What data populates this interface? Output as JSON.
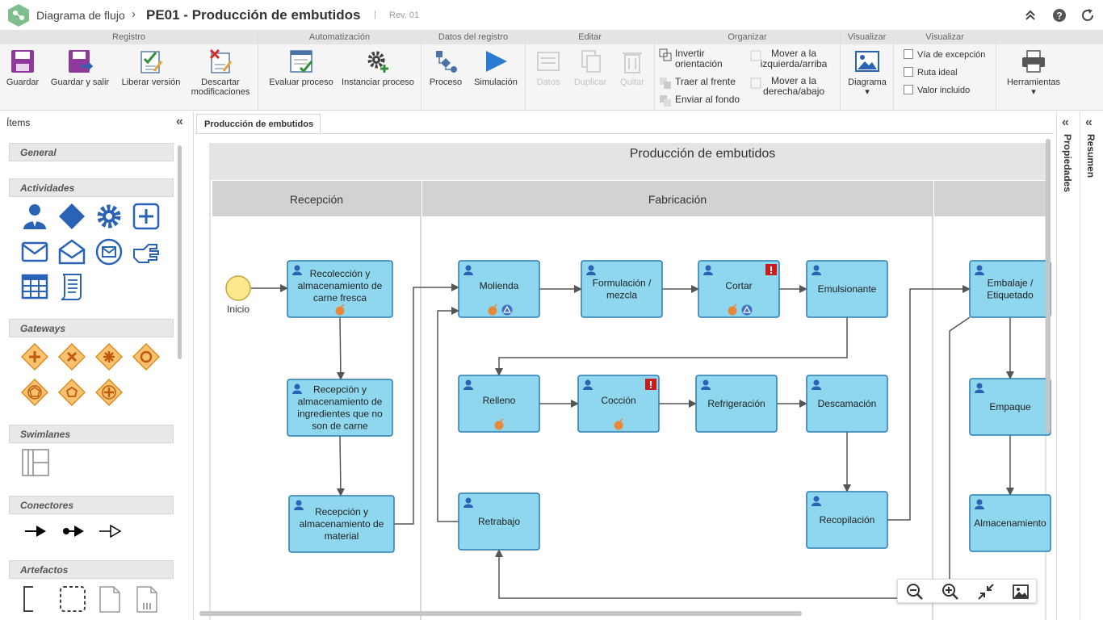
{
  "header": {
    "breadcrumb": "Diagrama de flujo",
    "title": "PE01 - Producción de embutidos",
    "separator": "|",
    "revision": "Rev. 01"
  },
  "ribbon": {
    "groups": [
      "Registro",
      "Automatización",
      "Datos del registro",
      "Editar",
      "Organizar",
      "Visualizar",
      "Visualizar"
    ],
    "registro": {
      "save": "Guardar",
      "save_exit": "Guardar y salir",
      "release": "Liberar versión",
      "discard_l1": "Descartar",
      "discard_l2": "modificaciones"
    },
    "auto": {
      "evaluate": "Evaluar proceso",
      "instantiate": "Instanciar proceso"
    },
    "datos": {
      "process": "Proceso",
      "simulation": "Simulación"
    },
    "editar": {
      "data": "Datos",
      "duplicate": "Duplicar",
      "remove": "Quitar"
    },
    "organizar": {
      "invert_l1": "Invertir",
      "invert_l2": "orientación",
      "bring_front": "Traer al frente",
      "send_back": "Enviar al fondo",
      "move_left_l1": "Mover a la",
      "move_left_l2": "izquierda/arriba",
      "move_right_l1": "Mover a la",
      "move_right_l2": "derecha/abajo"
    },
    "visualizar": {
      "diagram": "Diagrama",
      "exception_path": "Vía de excepción",
      "ideal_route": "Ruta ideal",
      "value_included": "Valor incluido"
    },
    "tools": {
      "tools": "Herramientas"
    }
  },
  "sidebar": {
    "title": "Ítems",
    "sections": {
      "general": "General",
      "activities": "Actividades",
      "gateways": "Gateways",
      "swimlanes": "Swimlanes",
      "connectors": "Conectores",
      "artifacts": "Artefactos"
    }
  },
  "tab": {
    "label": "Producción de embutidos"
  },
  "panels": {
    "properties": "Propiedades",
    "summary": "Resumen"
  },
  "diagram": {
    "pool_title": "Producción de embutidos",
    "lanes": [
      "Recepción",
      "Fabricación"
    ],
    "start_label": "Inicio",
    "tasks": [
      {
        "id": "t1",
        "lines": [
          "Recolección y",
          "almacenamiento de",
          "carne fresca"
        ]
      },
      {
        "id": "t2",
        "lines": [
          "Recepción y",
          "almacenamiento de",
          "ingredientes que no",
          "son de carne"
        ]
      },
      {
        "id": "t3",
        "lines": [
          "Recepción y",
          "almacenamiento de",
          "material"
        ]
      },
      {
        "id": "t4",
        "lines": [
          "Molienda"
        ]
      },
      {
        "id": "t5",
        "lines": [
          "Formulación /",
          "mezcla"
        ]
      },
      {
        "id": "t6",
        "lines": [
          "Cortar"
        ]
      },
      {
        "id": "t7",
        "lines": [
          "Emulsionante"
        ]
      },
      {
        "id": "t8",
        "lines": [
          "Relleno"
        ]
      },
      {
        "id": "t9",
        "lines": [
          "Cocción"
        ]
      },
      {
        "id": "t10",
        "lines": [
          "Refrigeración"
        ]
      },
      {
        "id": "t11",
        "lines": [
          "Descamación"
        ]
      },
      {
        "id": "t12",
        "lines": [
          "Retrabajo"
        ]
      },
      {
        "id": "t13",
        "lines": [
          "Recopilación"
        ]
      },
      {
        "id": "t14",
        "lines": [
          "Embalaje /",
          "Etiquetado"
        ]
      },
      {
        "id": "t15",
        "lines": [
          "Empaque"
        ]
      },
      {
        "id": "t16",
        "lines": [
          "Almacenamiento"
        ]
      }
    ],
    "colors": {
      "task_fill": "#8fd7ee",
      "task_border": "#2a7cb0",
      "lane_header": "#d2d2d2",
      "pool_header": "#e4e4e4",
      "start_fill": "#fbe98c",
      "alert": "#cc1b1b",
      "risk": "#e8893a"
    }
  }
}
